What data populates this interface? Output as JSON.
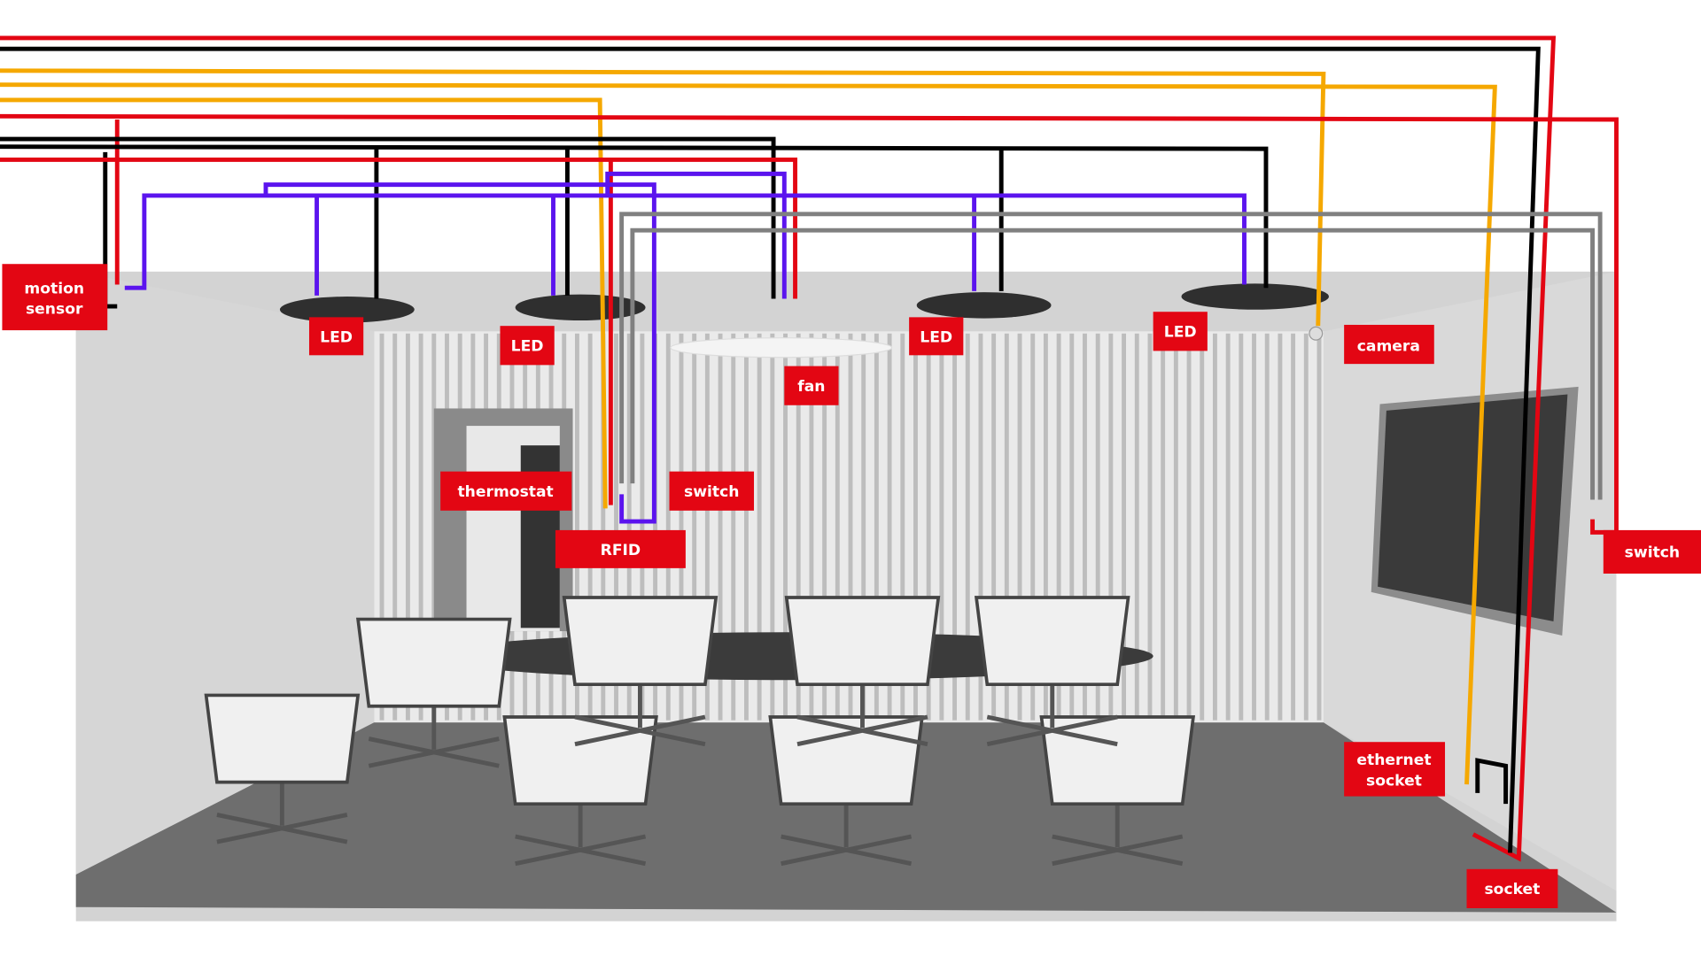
{
  "labels": {
    "motion_sensor": [
      "motion",
      "sensor"
    ],
    "led_1": "LED",
    "led_2": "LED",
    "led_3": "LED",
    "led_4": "LED",
    "fan": "fan",
    "camera": "camera",
    "thermostat": "thermostat",
    "switch_wall": "switch",
    "rfid": "RFID",
    "switch_right": "switch",
    "ethernet_socket": [
      "ethernet",
      "socket"
    ],
    "socket": "socket"
  },
  "colors": {
    "label_bg": "#e30613",
    "power": "#e30613",
    "neutral": "#000000",
    "data": "#f5a800",
    "control": "#5b14ee",
    "network": "#808080"
  }
}
